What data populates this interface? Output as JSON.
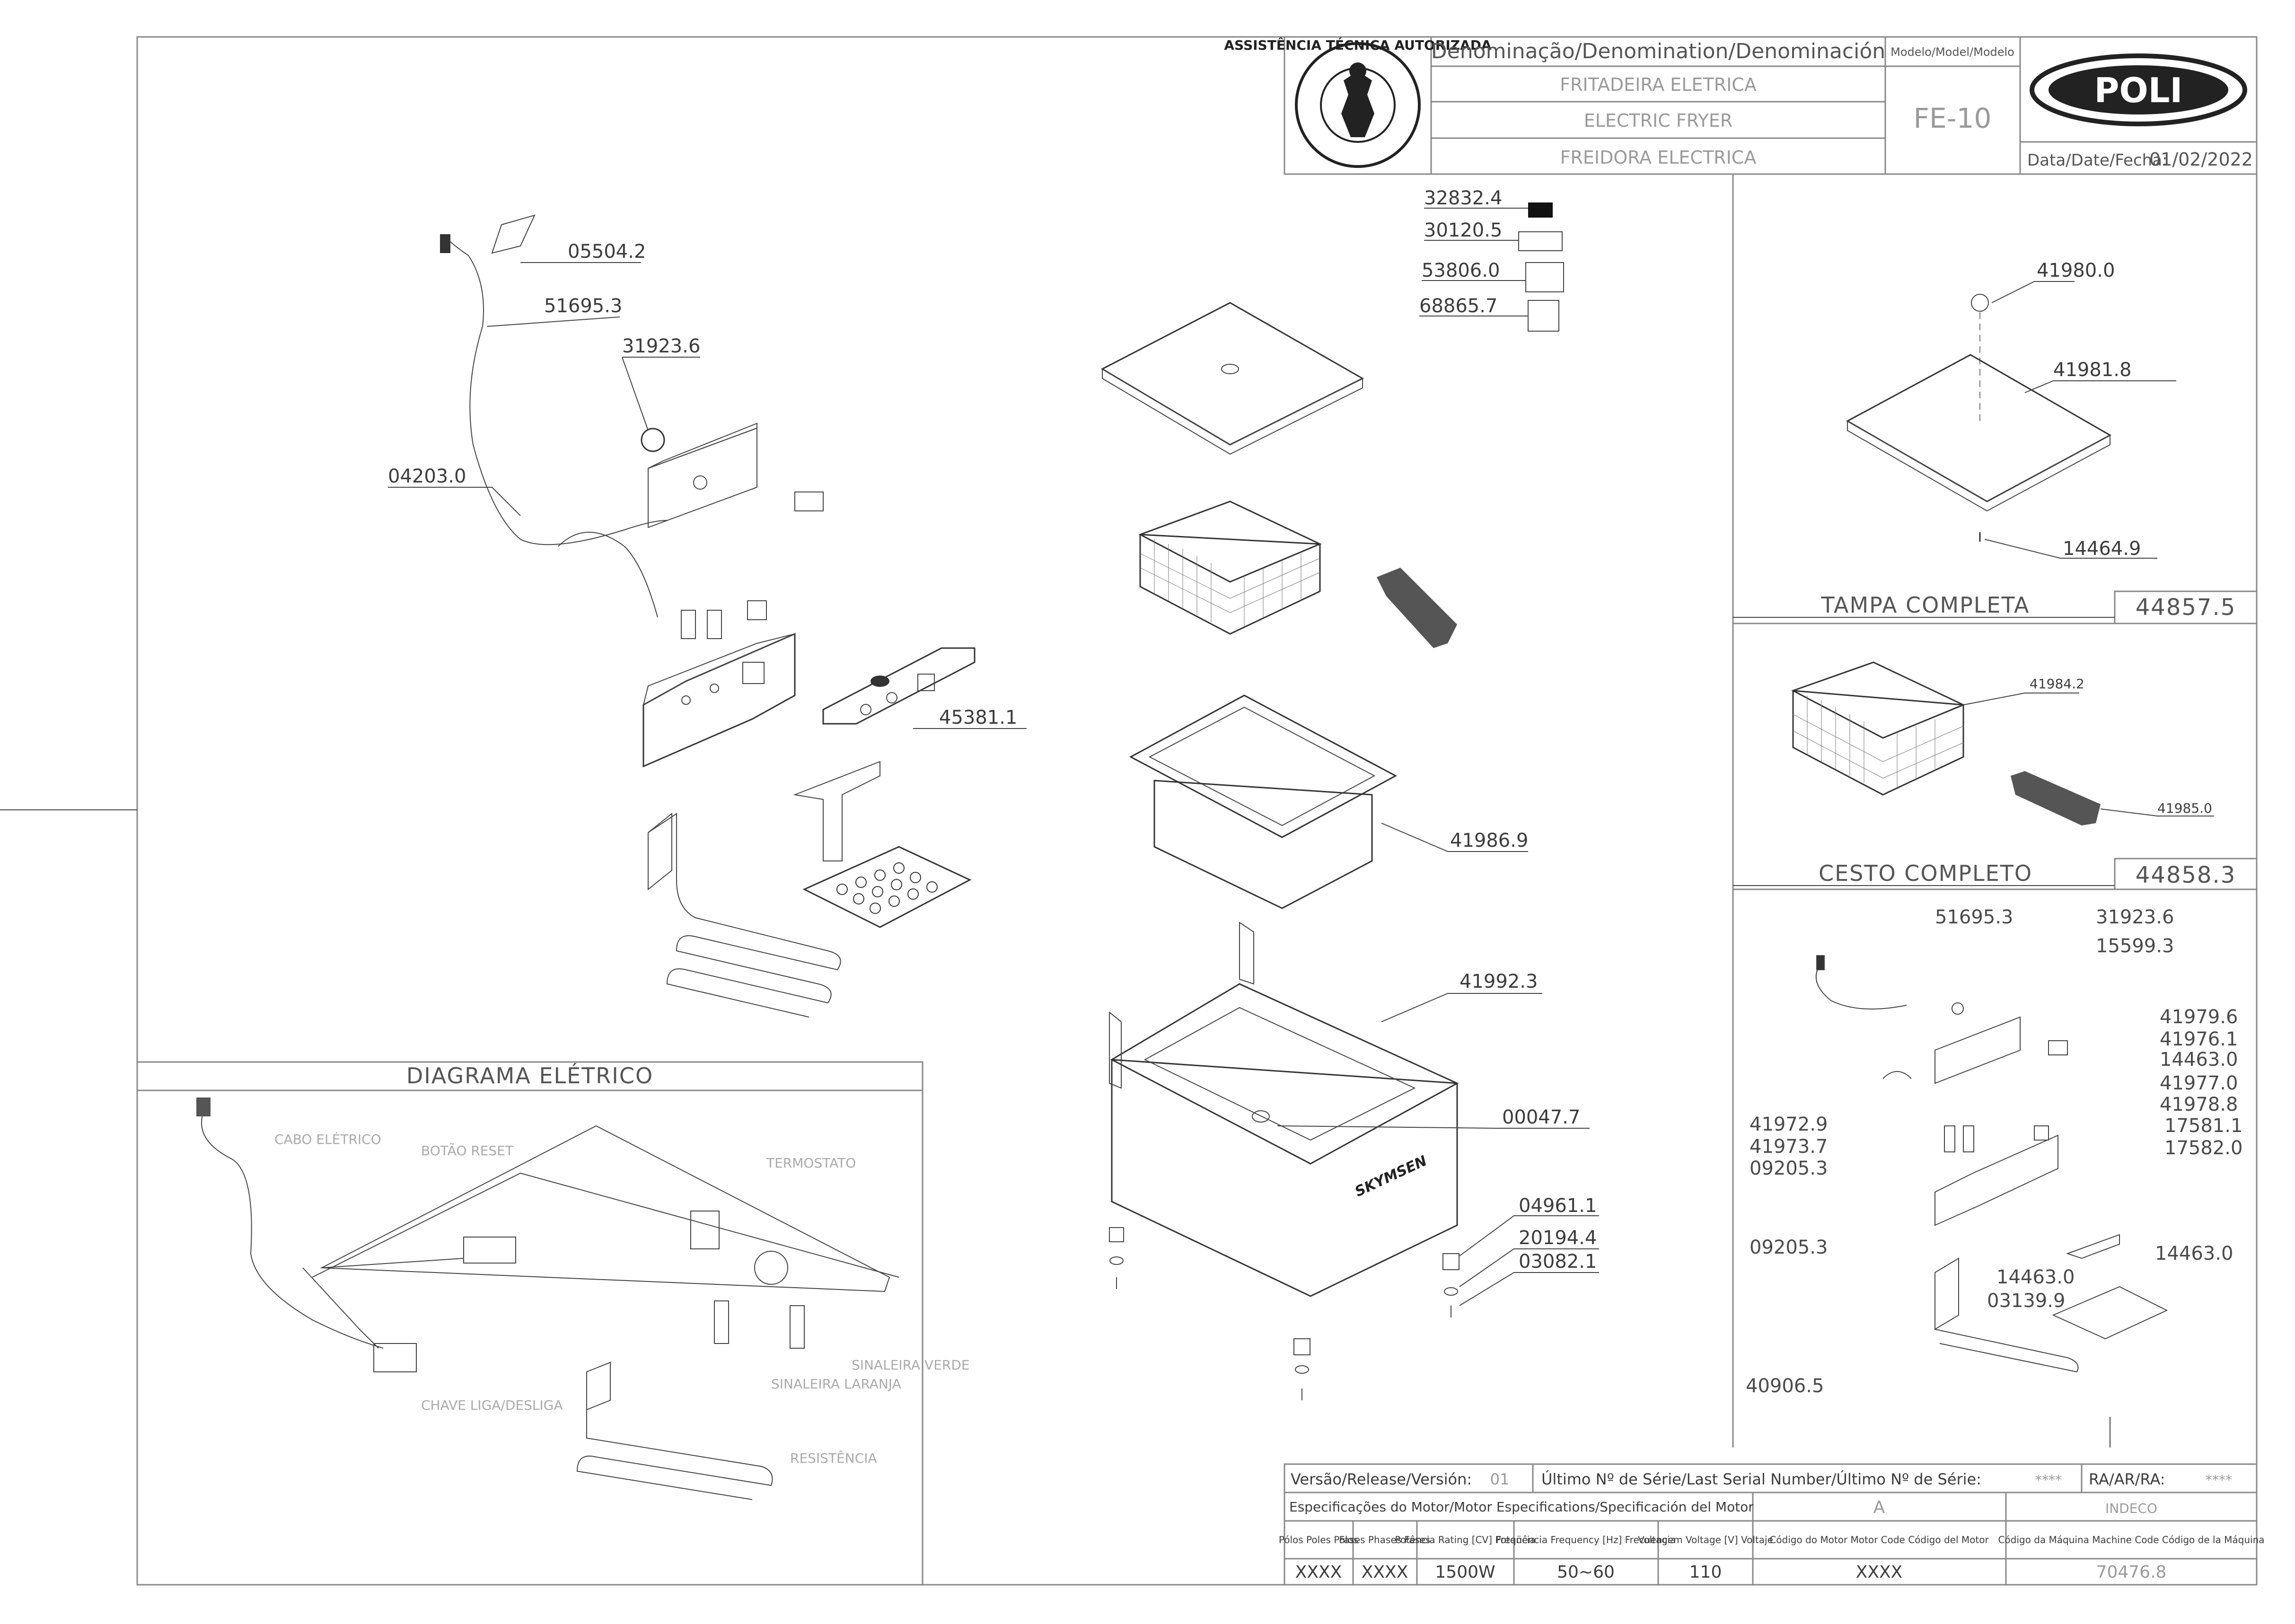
{
  "header": {
    "denomination_label": "Denominação/Denomination/Denominación",
    "name_pt": "FRITADEIRA ELETRICA",
    "name_en": "ELECTRIC FRYER",
    "name_es": "FREIDORA ELECTRICA",
    "model_label": "Modelo/Model/Modelo",
    "model_value": "FE-10",
    "brand": "POLI",
    "date_label": "Data/Date/Fecha:",
    "date_value": "01/02/2022",
    "seal_text": "ASSISTÊNCIA TÉCNICA AUTORIZADA"
  },
  "labels_top": {
    "l32832": "32832.4",
    "l30120": "30120.5",
    "l53806": "53806.0",
    "l68865": "68865.7"
  },
  "left_parts": {
    "p05504": "05504.2",
    "p51695": "51695.3",
    "p31923": "31923.6",
    "p04203": "04203.0",
    "p45381": "45381.1"
  },
  "center_parts": {
    "p41986": "41986.9",
    "p41992": "41992.3",
    "p00047": "00047.7",
    "p04961": "04961.1",
    "p20194": "20194.4",
    "p03082": "03082.1",
    "skymsen": "SKYMSEN"
  },
  "tampa": {
    "p41980": "41980.0",
    "p41981": "41981.8",
    "p14464": "14464.9",
    "title": "TAMPA COMPLETA",
    "code": "44857.5"
  },
  "cesto": {
    "p41984": "41984.2",
    "p41985": "41985.0",
    "title": "CESTO COMPLETO",
    "code": "44858.3"
  },
  "elec_assembly": {
    "a1": "51695.3",
    "a2": "31923.6",
    "a3": "15599.3",
    "b1": "41979.6",
    "b2": "41976.1",
    "b3": "14463.0",
    "b4": "41977.0",
    "b5": "41978.8",
    "b6": "17581.1",
    "b7": "17582.0",
    "c1": "41972.9",
    "c2": "41973.7",
    "c3": "09205.3",
    "d1": "09205.3",
    "e1": "14463.0",
    "e2": "03139.9",
    "f1": "14463.0",
    "g1": "40906.5"
  },
  "wiring": {
    "title": "DIAGRAMA ELÉTRICO",
    "cabo": "CABO ELÉTRICO",
    "botao": "BOTÃO RESET",
    "termostato": "TERMOSTATO",
    "chave": "CHAVE LIGA/DESLIGA",
    "sin_laranja": "SINALEIRA LARANJA",
    "sin_verde": "SINALEIRA VERDE",
    "resistencia": "RESISTÊNCIA"
  },
  "footer": {
    "version_label": "Versão/Release/Versión:",
    "version_value": "01",
    "serial_label": "Último Nº de Série/Last Serial Number/Último Nº de Série:",
    "serial_value": "****",
    "ra_label": "RA/AR/RA:",
    "ra_value": "****",
    "spec_label": "Especificações do Motor/Motor Especifications/Specificación del Motor",
    "col_a": "A",
    "col_indeco": "INDECO",
    "h_polos": "Pólos Poles Polos",
    "h_fases": "Fases Phases Fases",
    "h_potencia": "Potência Rating [CV] Potencia",
    "h_freq": "Freqüência Frequency [Hz] Frecuencia",
    "h_volt": "Voltagem Voltage [V] Voltaje",
    "h_motor_code": "Código do Motor Motor Code Código del Motor",
    "h_machine_code": "Código da Máquina Machine Code Código de la Máquina",
    "v_polos": "XXXX",
    "v_fases": "XXXX",
    "v_potencia": "1500W",
    "v_freq": "50~60",
    "v_volt": "110",
    "v_motor_code": "XXXX",
    "v_machine_code": "70476.8"
  }
}
